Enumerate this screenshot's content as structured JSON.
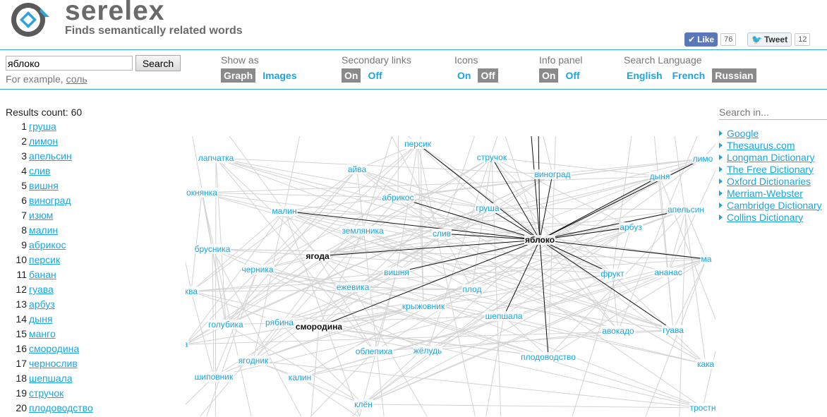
{
  "header": {
    "logo_text": "serelex",
    "tagline": "Finds semantically related words",
    "like_label": "Like",
    "like_count": "76",
    "tweet_label": "Tweet",
    "tweet_count": "12"
  },
  "search": {
    "value": "яблоко",
    "button_label": "Search",
    "example_prefix": "For example,",
    "example_word": "соль"
  },
  "options": {
    "show_as": {
      "label": "Show as",
      "items": [
        "Graph",
        "Images"
      ],
      "selected": "Graph"
    },
    "secondary_links": {
      "label": "Secondary links",
      "items": [
        "On",
        "Off"
      ],
      "selected": "On"
    },
    "icons": {
      "label": "Icons",
      "items": [
        "On",
        "Off"
      ],
      "selected": "Off"
    },
    "info_panel": {
      "label": "Info panel",
      "items": [
        "On",
        "Off"
      ],
      "selected": "On"
    },
    "search_language": {
      "label": "Search Language",
      "items": [
        "English",
        "French",
        "Russian"
      ],
      "selected": "Russian"
    }
  },
  "results": {
    "count_label": "Results count: 60",
    "items": [
      {
        "n": "1",
        "word": "груша"
      },
      {
        "n": "2",
        "word": "лимон"
      },
      {
        "n": "3",
        "word": "апельсин"
      },
      {
        "n": "4",
        "word": "слив"
      },
      {
        "n": "5",
        "word": "вишня"
      },
      {
        "n": "6",
        "word": "виноград"
      },
      {
        "n": "7",
        "word": "изюм"
      },
      {
        "n": "8",
        "word": "малин"
      },
      {
        "n": "9",
        "word": "абрикос"
      },
      {
        "n": "10",
        "word": "персик"
      },
      {
        "n": "11",
        "word": "банан"
      },
      {
        "n": "12",
        "word": "гуава"
      },
      {
        "n": "13",
        "word": "арбуз"
      },
      {
        "n": "14",
        "word": "дыня"
      },
      {
        "n": "15",
        "word": "манго"
      },
      {
        "n": "16",
        "word": "смородина"
      },
      {
        "n": "17",
        "word": "чернослив"
      },
      {
        "n": "18",
        "word": "шепшала"
      },
      {
        "n": "19",
        "word": "стручок"
      },
      {
        "n": "20",
        "word": "плодоводство"
      }
    ]
  },
  "graph": {
    "center": "яблоко",
    "words": [
      {
        "t": "лапчатка"
      },
      {
        "t": "персик"
      },
      {
        "t": "стручок"
      },
      {
        "t": "айва"
      },
      {
        "t": "виноград"
      },
      {
        "t": "дыня"
      },
      {
        "t": "лимо"
      },
      {
        "t": "окнянка"
      },
      {
        "t": "абрикос"
      },
      {
        "t": "малин"
      },
      {
        "t": "груша"
      },
      {
        "t": "апельсин"
      },
      {
        "t": "земляника"
      },
      {
        "t": "слив"
      },
      {
        "t": "арбуз"
      },
      {
        "t": "яблоко",
        "bold": true
      },
      {
        "t": "брусника"
      },
      {
        "t": "ягода",
        "bold": true
      },
      {
        "t": "ма"
      },
      {
        "t": "черника"
      },
      {
        "t": "вишня"
      },
      {
        "t": "фрукт"
      },
      {
        "t": "ананас"
      },
      {
        "t": "ква"
      },
      {
        "t": "ежевика"
      },
      {
        "t": "плод"
      },
      {
        "t": "крыжовник"
      },
      {
        "t": "шепшала"
      },
      {
        "t": "голубика"
      },
      {
        "t": "рябина"
      },
      {
        "t": "смородина",
        "bold": true
      },
      {
        "t": "авокадо"
      },
      {
        "t": "гуава"
      },
      {
        "t": "а"
      },
      {
        "t": "облепиха"
      },
      {
        "t": "жёлудь"
      },
      {
        "t": "плодоводство"
      },
      {
        "t": "какa"
      },
      {
        "t": "ягодник"
      },
      {
        "t": "шиповник"
      },
      {
        "t": "калин"
      },
      {
        "t": "клён"
      },
      {
        "t": "тростн"
      }
    ]
  },
  "info_panel": {
    "search_in_placeholder": "Search in...",
    "links": [
      "Google",
      "Thesaurus.com",
      "Longman Dictionary",
      "The Free Dictionary",
      "Oxford Dictionaries",
      "Merriam-Webster",
      "Cambridge Dictionary",
      "Collins Dictionary"
    ]
  },
  "colors": {
    "accent": "#19a6e0",
    "selected_bg": "#8a8a8a",
    "rule": "#2fa4d8"
  }
}
